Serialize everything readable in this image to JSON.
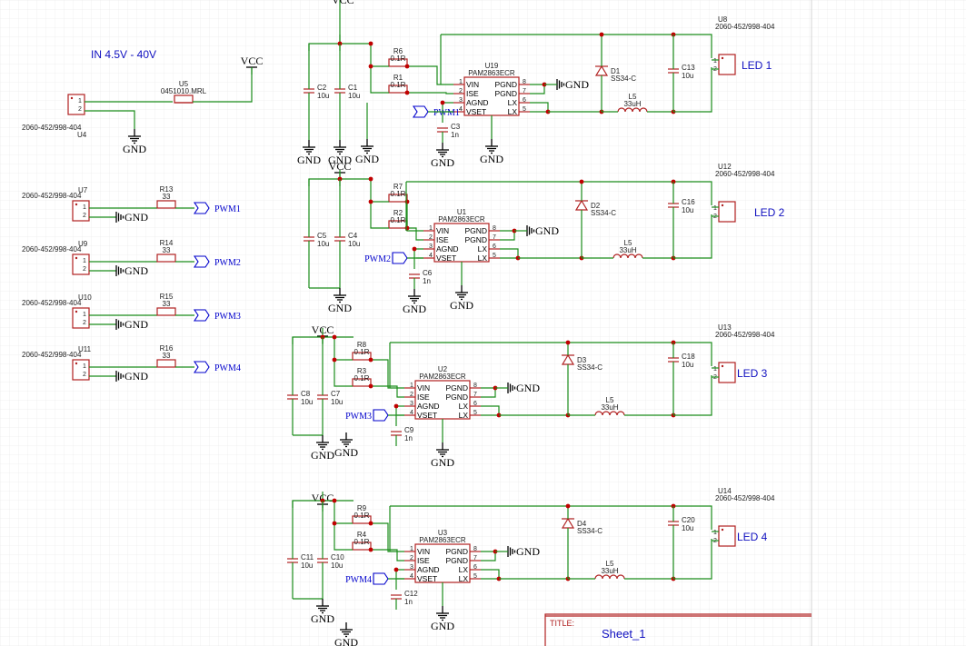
{
  "note": "IN 4.5V - 40V",
  "power": {
    "vcc": "VCC",
    "gnd": "GND"
  },
  "input": {
    "connector": {
      "part": "2060-452/998-404",
      "ref": "U4",
      "pin1": "1",
      "pin2": "2"
    },
    "fuse": {
      "ref": "U5",
      "part": "0451010.MRL"
    }
  },
  "pwm_inputs": [
    {
      "ref": "U7",
      "part": "2060-452/998-404",
      "res_ref": "R13",
      "res_val": "33",
      "net": "PWM1"
    },
    {
      "ref": "U9",
      "part": "2060-452/998-404",
      "res_ref": "R14",
      "res_val": "33",
      "net": "PWM2"
    },
    {
      "ref": "U10",
      "part": "2060-452/998-404",
      "res_ref": "R15",
      "res_val": "33",
      "net": "PWM3"
    },
    {
      "ref": "U11",
      "part": "2060-452/998-404",
      "res_ref": "R16",
      "res_val": "33",
      "net": "PWM4"
    }
  ],
  "ic_pins": {
    "left": [
      {
        "num": "1",
        "name": "VIN"
      },
      {
        "num": "2",
        "name": "ISE"
      },
      {
        "num": "3",
        "name": "AGND"
      },
      {
        "num": "4",
        "name": "VSET"
      }
    ],
    "right": [
      {
        "num": "8",
        "name": "PGND"
      },
      {
        "num": "7",
        "name": "PGND"
      },
      {
        "num": "6",
        "name": "LX"
      },
      {
        "num": "5",
        "name": "LX"
      }
    ]
  },
  "channels": [
    {
      "ic_ref": "U19",
      "ic_part": "PAM2863ECR",
      "cap_a_ref": "C2",
      "cap_a_val": "10u",
      "cap_b_ref": "C1",
      "cap_b_val": "10u",
      "res_a_ref": "R6",
      "res_a_val": "0.1R",
      "res_b_ref": "R1",
      "res_b_val": "0.1R",
      "vset_cap_ref": "C3",
      "vset_cap_val": "1n",
      "diode_ref": "D1",
      "diode_part": "SS34-C",
      "ind_ref": "L5",
      "ind_val": "33uH",
      "out_cap_ref": "C13",
      "out_cap_val": "10u",
      "conn_ref": "U8",
      "conn_part": "2060-452/998-404",
      "led_label": "LED 1",
      "pwm": "PWM1"
    },
    {
      "ic_ref": "U1",
      "ic_part": "PAM2863ECR",
      "cap_a_ref": "C5",
      "cap_a_val": "10u",
      "cap_b_ref": "C4",
      "cap_b_val": "10u",
      "res_a_ref": "R7",
      "res_a_val": "0.1R",
      "res_b_ref": "R2",
      "res_b_val": "0.1R",
      "vset_cap_ref": "C6",
      "vset_cap_val": "1n",
      "diode_ref": "D2",
      "diode_part": "SS34-C",
      "ind_ref": "L5",
      "ind_val": "33uH",
      "out_cap_ref": "C16",
      "out_cap_val": "10u",
      "conn_ref": "U12",
      "conn_part": "2060-452/998-404",
      "led_label": "LED 2",
      "pwm": "PWM2"
    },
    {
      "ic_ref": "U2",
      "ic_part": "PAM2863ECR",
      "cap_a_ref": "C8",
      "cap_a_val": "10u",
      "cap_b_ref": "C7",
      "cap_b_val": "10u",
      "res_a_ref": "R8",
      "res_a_val": "0.1R",
      "res_b_ref": "R3",
      "res_b_val": "0.1R",
      "vset_cap_ref": "C9",
      "vset_cap_val": "1n",
      "diode_ref": "D3",
      "diode_part": "SS34-C",
      "ind_ref": "L5",
      "ind_val": "33uH",
      "out_cap_ref": "C18",
      "out_cap_val": "10u",
      "conn_ref": "U13",
      "conn_part": "2060-452/998-404",
      "led_label": "LED 3",
      "pwm": "PWM3"
    },
    {
      "ic_ref": "U3",
      "ic_part": "PAM2863ECR",
      "cap_a_ref": "C11",
      "cap_a_val": "10u",
      "cap_b_ref": "C10",
      "cap_b_val": "10u",
      "res_a_ref": "R9",
      "res_a_val": "0.1R",
      "res_b_ref": "R4",
      "res_b_val": "0.1R",
      "vset_cap_ref": "C12",
      "vset_cap_val": "1n",
      "diode_ref": "D4",
      "diode_part": "SS34-C",
      "ind_ref": "L5",
      "ind_val": "33uH",
      "out_cap_ref": "C20",
      "out_cap_val": "10u",
      "conn_ref": "U14",
      "conn_part": "2060-452/998-404",
      "led_label": "LED 4",
      "pwm": "PWM4"
    }
  ],
  "title_block": {
    "label": "TITLE:",
    "value": "Sheet_1"
  }
}
